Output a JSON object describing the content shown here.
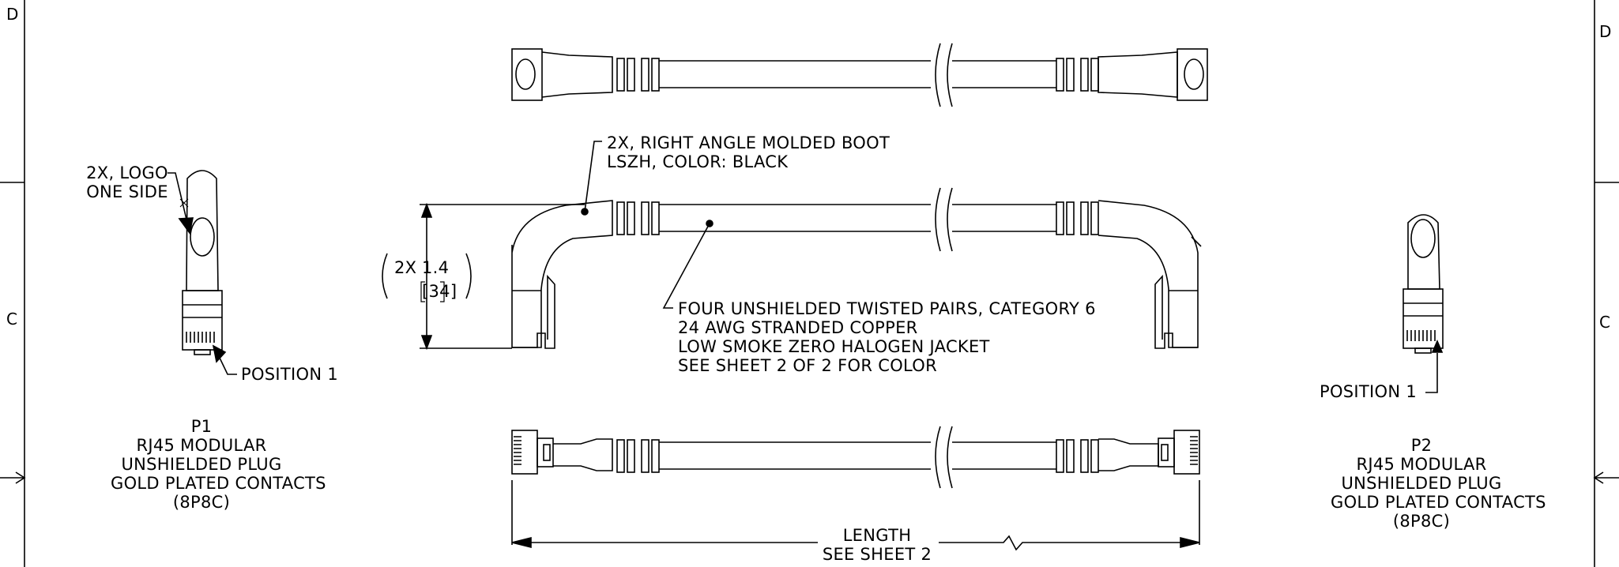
{
  "zones": {
    "top_left": "D",
    "top_right": "D",
    "mid_left": "C",
    "mid_right": "C"
  },
  "callouts": {
    "logo": [
      "2X, LOGO",
      "ONE SIDE"
    ],
    "position_left": "POSITION 1",
    "position_right": "POSITION 1",
    "boot": [
      "2X, RIGHT ANGLE MOLDED BOOT",
      "LSZH, COLOR: BLACK"
    ],
    "cable": [
      "FOUR UNSHIELDED TWISTED PAIRS, CATEGORY 6",
      "24 AWG STRANDED COPPER",
      "LOW SMOKE ZERO HALOGEN JACKET",
      "SEE SHEET 2 OF 2 FOR COLOR"
    ]
  },
  "dimension": {
    "prefix": "2X",
    "value": "1.4",
    "metric": "[34]"
  },
  "length": [
    "LENGTH",
    "SEE SHEET 2"
  ],
  "p1": [
    "P1",
    "RJ45 MODULAR",
    "UNSHIELDED PLUG",
    "GOLD PLATED CONTACTS",
    "(8P8C)"
  ],
  "p2": [
    "P2",
    "RJ45 MODULAR",
    "UNSHIELDED PLUG",
    "GOLD PLATED CONTACTS",
    "(8P8C)"
  ]
}
